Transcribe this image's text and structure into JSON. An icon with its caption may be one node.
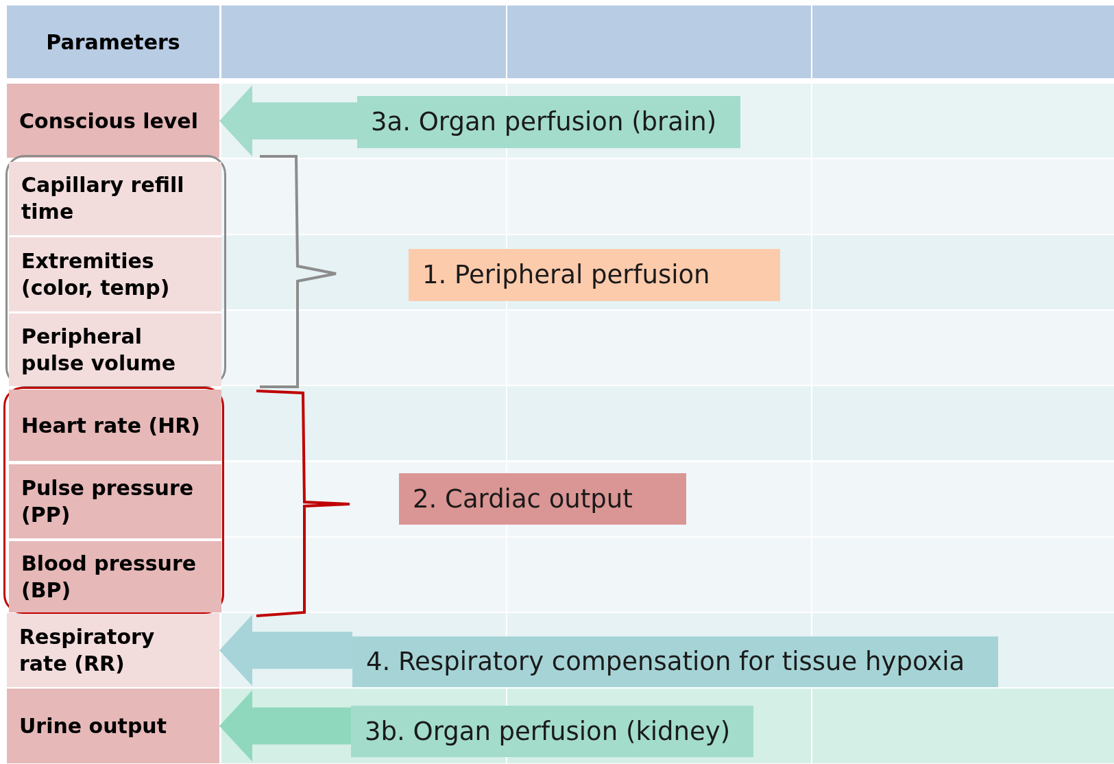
{
  "diagram": {
    "nodes": [
      {
        "text": [
          "Parameters"
        ]
      },
      {
        "text": [
          "Conscious level"
        ]
      },
      {
        "text": [
          "3a. Organ perfusion (brain)"
        ]
      },
      {
        "text": [],
        "shape": "box"
      },
      {
        "text": [
          "Capillary refill time"
        ],
        "in": 3
      },
      {
        "text": [
          "Extremities (color, temp)"
        ],
        "in": 3
      },
      {
        "text": [
          "Peripheral pulse volume"
        ],
        "in": 3
      },
      {
        "text": [
          "1. Peripheral perfusion"
        ]
      },
      {
        "text": [],
        "shape": "box"
      },
      {
        "text": [
          "Heart rate (HR)"
        ],
        "in": 8
      },
      {
        "text": [
          "Pulse pressure (PP)"
        ],
        "in": 8
      },
      {
        "text": [
          "Blood pressure (BP)"
        ],
        "in": 8
      },
      {
        "text": [
          "2. Cardiac output"
        ]
      },
      {
        "text": [
          "Respiratory rate (RR)"
        ]
      },
      {
        "text": [
          "4. Respiratory compensation for tissue hypoxia"
        ]
      },
      {
        "text": [
          "Urine output"
        ]
      },
      {
        "text": [
          "3b. Organ perfusion (kidney)"
        ]
      }
    ],
    "edges": [
      {
        "from": 2,
        "to": 1,
        "arrow": "to",
        "color": "#a3dccb"
      },
      {
        "from": 14,
        "to": 13,
        "arrow": "to",
        "color": "#a6d4d8"
      },
      {
        "from": 16,
        "to": 15,
        "arrow": "to",
        "color": "#8fd8bd"
      }
    ]
  }
}
